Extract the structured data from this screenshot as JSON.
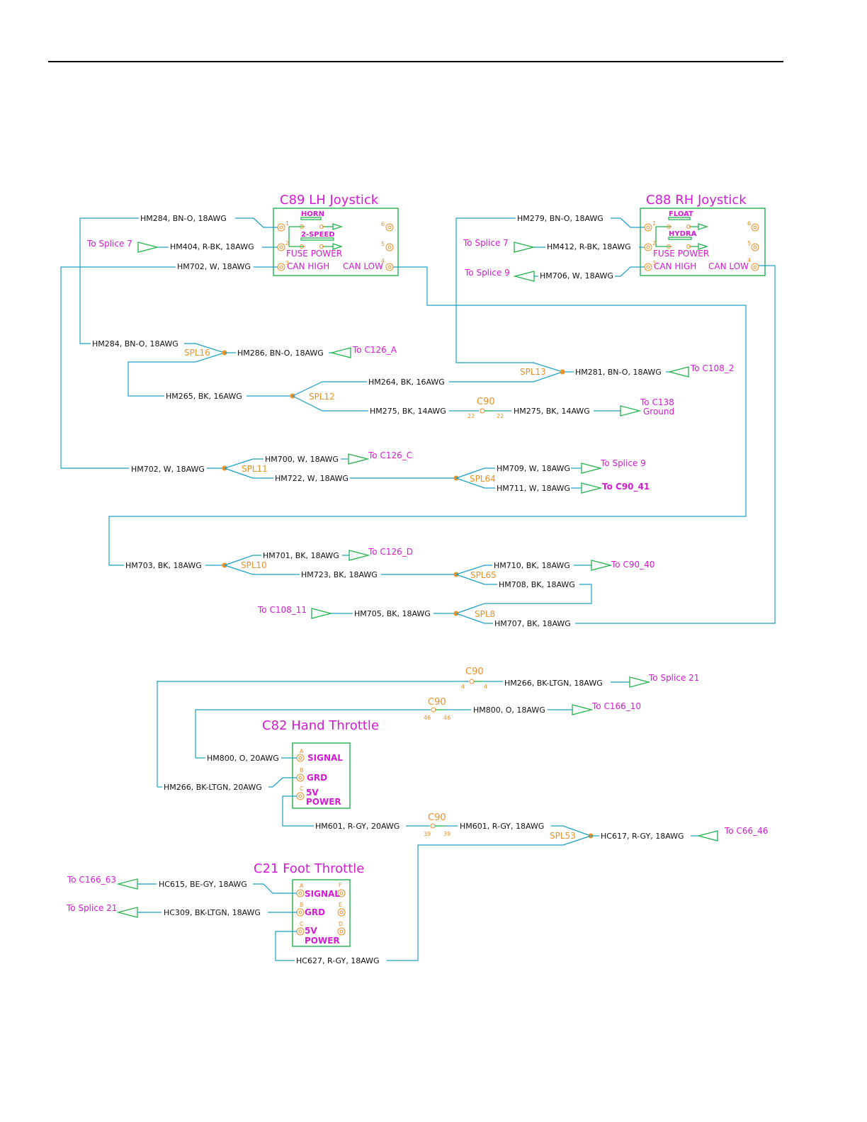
{
  "colors": {
    "wire": "#1a9fc4",
    "component": "#22b14c",
    "label": "#d21cd2",
    "splice": "#e8902a",
    "text": "#111111"
  },
  "connectors": {
    "c89": {
      "title": "C89 LH Joystick",
      "horn": "HORN",
      "two_speed": "2-SPEED",
      "fuse_power": "FUSE POWER",
      "can_high": "CAN HIGH",
      "can_low": "CAN LOW",
      "pins": [
        "1",
        "2",
        "3",
        "4",
        "5",
        "6"
      ]
    },
    "c88": {
      "title": "C88 RH Joystick",
      "float": "FLOAT",
      "hydra": "HYDRA",
      "fuse_power": "FUSE POWER",
      "can_high": "CAN HIGH",
      "can_low": "CAN LOW",
      "pins": [
        "1",
        "2",
        "3",
        "4",
        "5",
        "6"
      ]
    },
    "c82": {
      "title": "C82 Hand Throttle",
      "signal": "SIGNAL",
      "grd": "GRD",
      "v5": "5V",
      "power": "POWER",
      "pins": [
        "A",
        "B",
        "C"
      ]
    },
    "c21": {
      "title": "C21 Foot Throttle",
      "signal": "SIGNAL",
      "grd": "GRD",
      "v5": "5V",
      "power": "POWER",
      "pins": [
        "A",
        "B",
        "C",
        "F",
        "E",
        "D"
      ]
    }
  },
  "wires": {
    "w1": "HM284, BN-O, 18AWG",
    "w2": "HM404, R-BK, 18AWG",
    "w3": "HM702, W, 18AWG",
    "w4": "HM279, BN-O, 18AWG",
    "w5": "HM412, R-BK, 18AWG",
    "w6": "HM706, W, 18AWG",
    "w7": "HM284, BN-O, 18AWG",
    "w8": "HM286, BN-O, 18AWG",
    "w9": "HM264, BK, 16AWG",
    "w10": "HM281, BN-O, 18AWG",
    "w11": "HM265, BK, 16AWG",
    "w12": "HM275, BK, 14AWG",
    "w13": "HM275, BK, 14AWG",
    "w14": "HM700, W, 18AWG",
    "w15": "HM702, W, 18AWG",
    "w16": "HM722, W, 18AWG",
    "w17": "HM709, W, 18AWG",
    "w18": "HM711, W, 18AWG",
    "w19": "HM701, BK, 18AWG",
    "w20": "HM703, BK, 18AWG",
    "w21": "HM723, BK, 18AWG",
    "w22": "HM710, BK, 18AWG",
    "w23": "HM708, BK, 18AWG",
    "w24": "HM705, BK, 18AWG",
    "w25": "HM707, BK, 18AWG",
    "w26": "HM266, BK-LTGN, 18AWG",
    "w27": "HM800, O, 18AWG",
    "w28": "HM800, O, 20AWG",
    "w29": "HM266, BK-LTGN, 20AWG",
    "w30": "HM601, R-GY, 20AWG",
    "w31": "HM601, R-GY, 18AWG",
    "w32": "HC617, R-GY, 18AWG",
    "w33": "HC615, BE-GY, 18AWG",
    "w34": "HC309, BK-LTGN, 18AWG",
    "w35": "HC627, R-GY, 18AWG"
  },
  "splices": {
    "spl16": "SPL16",
    "spl13": "SPL13",
    "spl12": "SPL12",
    "spl11": "SPL11",
    "spl64": "SPL64",
    "spl10": "SPL10",
    "spl65": "SPL65",
    "spl8": "SPL8",
    "spl53": "SPL53"
  },
  "destinations": {
    "d1": "To Splice 7",
    "d2": "To Splice 7",
    "d3": "To Splice 9",
    "d4": "To C126_A",
    "d5": "To C108_2",
    "d6": "To C138",
    "d6b": "Ground",
    "d7": "To C126_C",
    "d8": "To Splice 9",
    "d9": "To C90_41",
    "d10": "To C126_D",
    "d11": "To C90_40",
    "d12": "To C108_11",
    "d13": "To Splice 21",
    "d14": "To C166_10",
    "d15": "To C66_46",
    "d16": "To C166_63",
    "d17": "To Splice 21"
  },
  "inline_connectors": {
    "c90_a": {
      "name": "C90",
      "pin": "22"
    },
    "c90_b": {
      "name": "C90",
      "pin": "4"
    },
    "c90_c": {
      "name": "C90",
      "pin": "46"
    },
    "c90_d": {
      "name": "C90",
      "pin": "39"
    }
  }
}
